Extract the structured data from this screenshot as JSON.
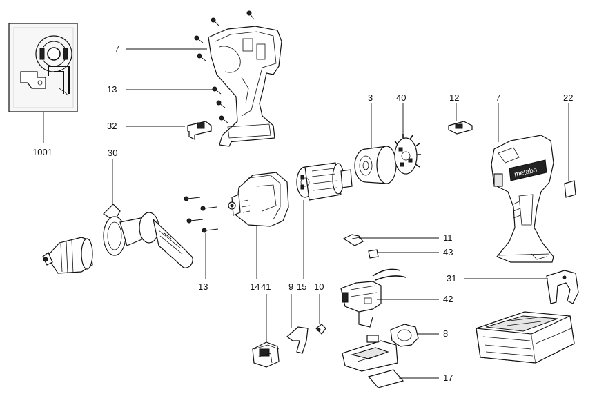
{
  "labels": {
    "p1001": "1001",
    "p7a": "7",
    "p13a": "13",
    "p32": "32",
    "p30": "30",
    "p3": "3",
    "p40": "40",
    "p12": "12",
    "p7b": "7",
    "p22": "22",
    "p11": "11",
    "p43": "43",
    "p31": "31",
    "p42": "42",
    "p13b": "13",
    "p14": "14",
    "p15": "15",
    "p9": "9",
    "p10": "10",
    "p41": "41",
    "p8": "8",
    "p17": "17"
  },
  "brand_text": "metabo"
}
